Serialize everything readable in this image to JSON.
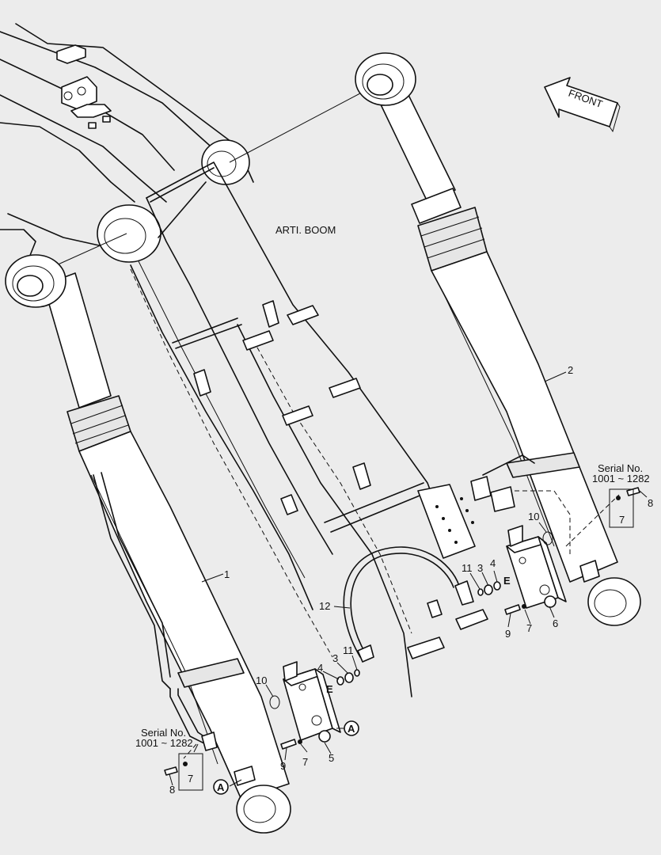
{
  "boom_label": "ARTI. BOOM",
  "front_label": "FRONT",
  "serial_left": {
    "title": "Serial No.",
    "range": "1001 ~ 1282"
  },
  "serial_right": {
    "title": "Serial No.",
    "range": "1001 ~ 1282"
  },
  "section_mark": "A",
  "port_mark": "E",
  "callouts": {
    "p1": "1",
    "p2": "2",
    "p3a": "3",
    "p3b": "3",
    "p4a": "4",
    "p4b": "4",
    "p5": "5",
    "p6": "6",
    "p7a": "7",
    "p7b": "7",
    "p7c": "7",
    "p7d": "7",
    "p8a": "8",
    "p8b": "8",
    "p9a": "9",
    "p9b": "9",
    "p10a": "10",
    "p10b": "10",
    "p11a": "11",
    "p11b": "11",
    "p12": "12"
  }
}
